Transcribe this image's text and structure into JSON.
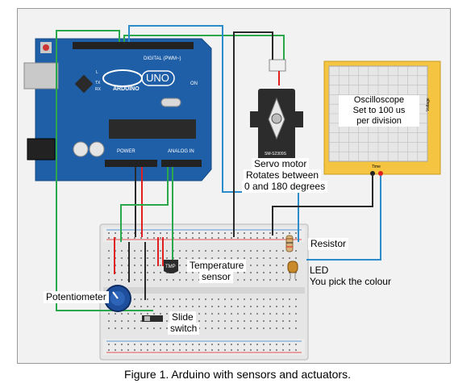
{
  "board": {
    "logo": "UNO",
    "brand": "ARDUINO",
    "digital_header": "DIGITAL (PWM~)",
    "power_header": "POWER",
    "analog_header": "ANALOG IN",
    "on_label": "ON",
    "tx_label": "TX",
    "rx_label": "RX",
    "l_label": "L"
  },
  "servo": {
    "part_label": "SM-S2309S",
    "caption_line1": "Servo motor",
    "caption_line2": "Rotates between",
    "caption_line3": "0 and 180 degrees"
  },
  "oscilloscope": {
    "line1": "Oscilloscope",
    "line2": "Set to 100 us",
    "line3": "per division",
    "side_label": "Voltage",
    "bottom_label": "Time"
  },
  "labels": {
    "resistor": "Resistor",
    "led_line1": "LED",
    "led_line2": "You pick the colour",
    "temp_line1": "Temperature",
    "temp_line2": "sensor",
    "tmp_chip": "TMP",
    "potentiometer": "Potentiometer",
    "switch_line1": "Slide",
    "switch_line2": "switch"
  },
  "caption": "Figure 1. Arduino with sensors and actuators.",
  "colors": {
    "board": "#1f5fa8",
    "wire_green": "#2aa84a",
    "wire_blue": "#2b8ccc",
    "wire_black": "#2a2a2a",
    "wire_red": "#e02020",
    "scope_frame": "#f5c542",
    "breadboard": "#e8e8e8"
  }
}
